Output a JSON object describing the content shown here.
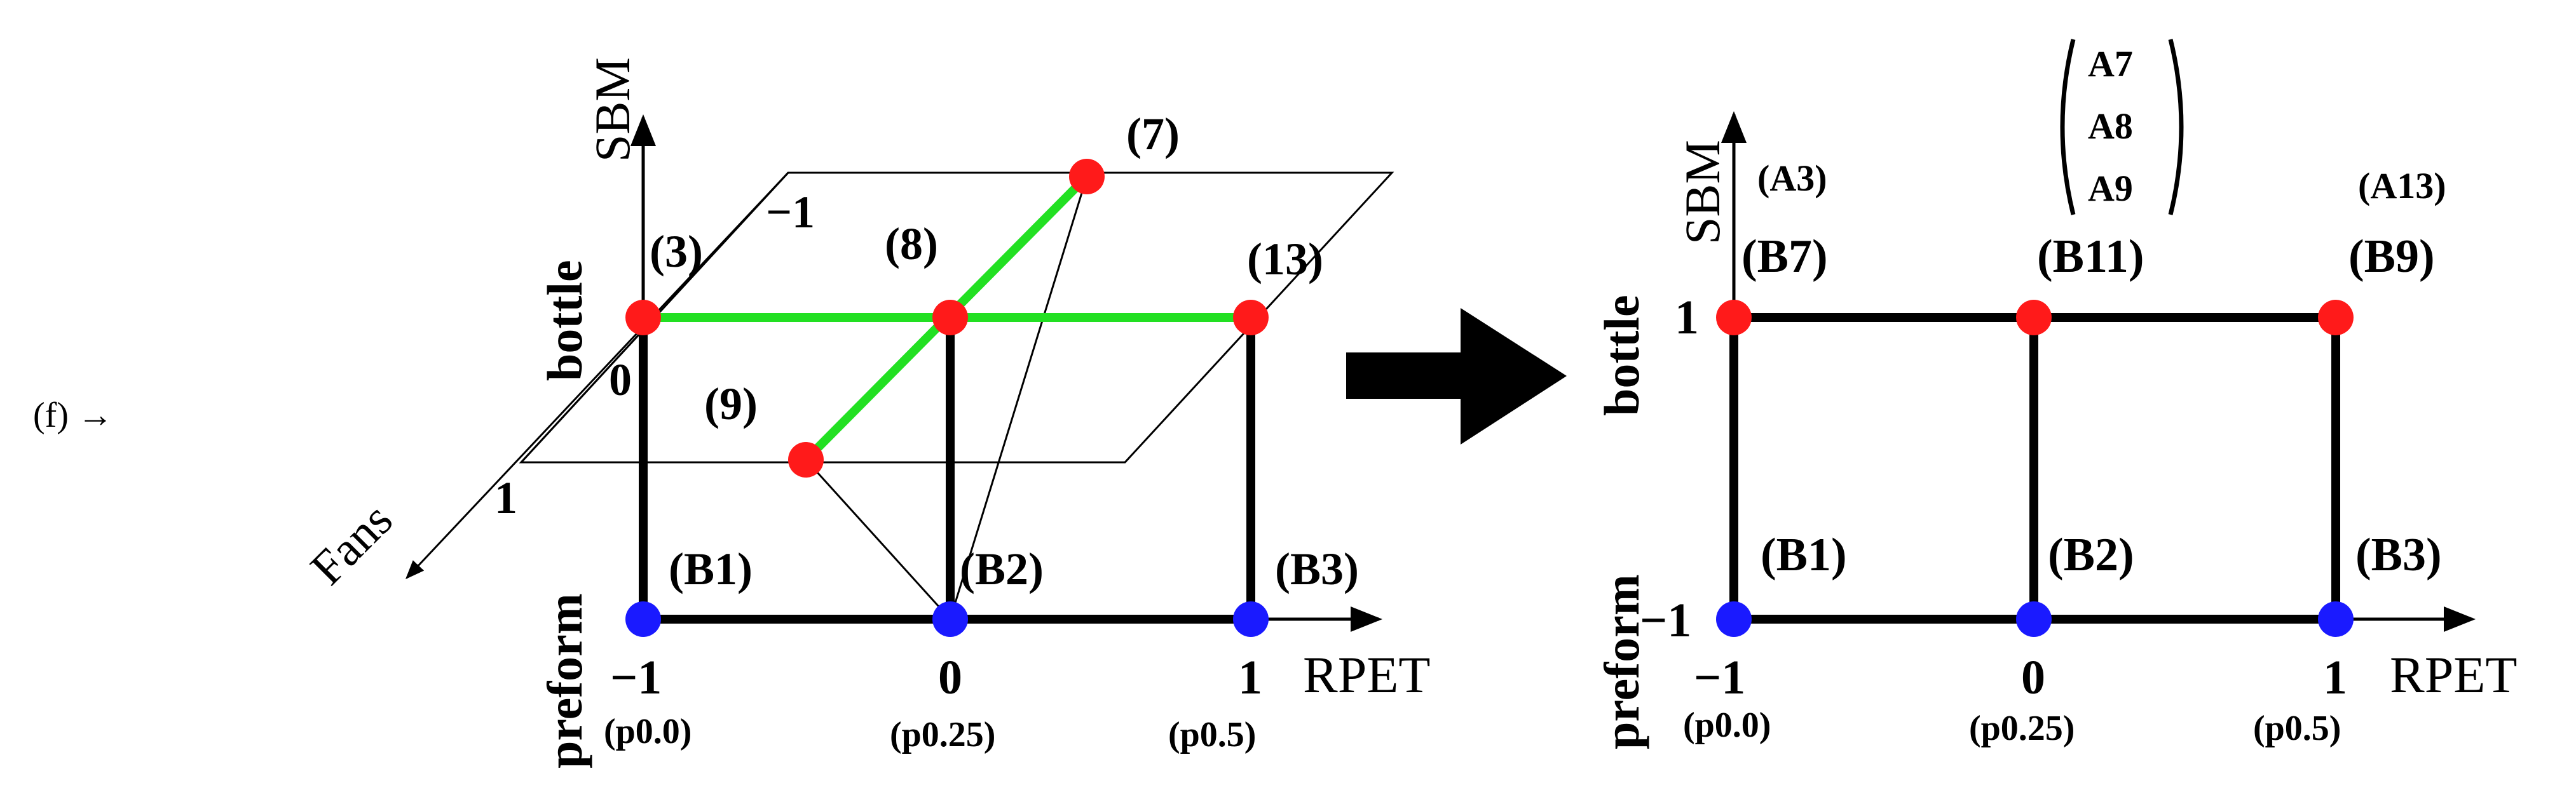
{
  "caption": "(f) →",
  "colors": {
    "red": "#ff1a1a",
    "blue": "#1a1aff",
    "green": "#22e022",
    "black": "#000000"
  },
  "left": {
    "axis_y": "SBM",
    "axis_x": "RPET",
    "axis_z": "Fans",
    "label_bottle": "bottle",
    "label_preform": "preform",
    "x_ticks": [
      "−1",
      "0",
      "1"
    ],
    "x_subticks": [
      "(p0.0)",
      "(p0.25)",
      "(p0.5)"
    ],
    "z_ticks": [
      "−1",
      "0",
      "1"
    ],
    "points_top": [
      "(3)",
      "(8)",
      "(13)",
      "(7)",
      "(9)"
    ],
    "points_bottom": [
      "(B1)",
      "(B2)",
      "(B3)"
    ]
  },
  "right": {
    "axis_y": "SBM",
    "axis_x": "RPET",
    "label_bottle": "bottle",
    "label_preform": "preform",
    "y_ticks": [
      "1",
      "−1"
    ],
    "x_ticks": [
      "−1",
      "0",
      "1"
    ],
    "x_subticks": [
      "(p0.0)",
      "(p0.25)",
      "(p0.5)"
    ],
    "top_labels": [
      "(B7)",
      "(B11)",
      "(B9)"
    ],
    "top_sublabels": [
      "(A3)",
      "(A13)"
    ],
    "matrix": [
      "A7",
      "A8",
      "A9"
    ],
    "bottom_labels": [
      "(B1)",
      "(B2)",
      "(B3)"
    ]
  }
}
